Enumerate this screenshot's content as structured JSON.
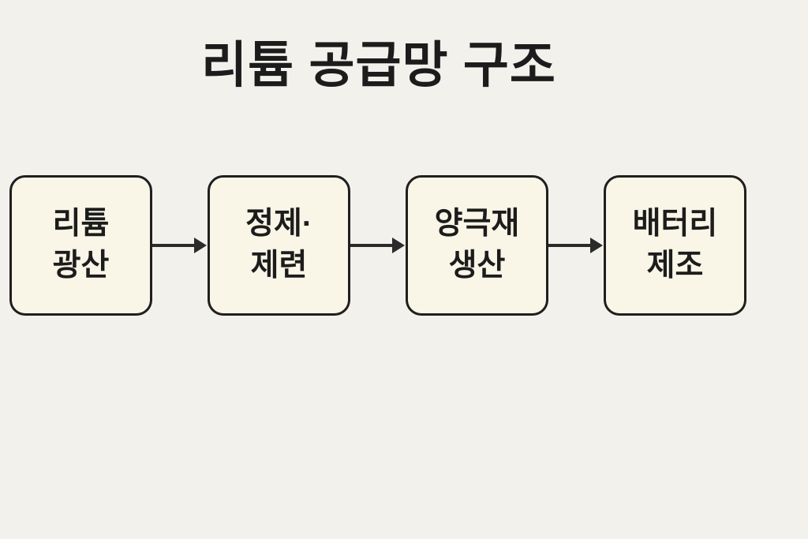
{
  "title": "리튬 공급망 구조",
  "diagram": {
    "type": "flow",
    "direction": "left-to-right",
    "connector": "arrow-right",
    "steps": [
      {
        "id": "lithium-mine",
        "line1": "리튬",
        "line2": "광산"
      },
      {
        "id": "refining-smelting",
        "line1": "정제·",
        "line2": "제련"
      },
      {
        "id": "cathode-production",
        "line1": "양극재",
        "line2": "생산"
      },
      {
        "id": "battery-manufacturing",
        "line1": "배터리",
        "line2": "제조"
      }
    ]
  },
  "colors": {
    "background": "#f3f1ec",
    "box-fill": "#f9f5e7",
    "box-border": "#1f1f1f",
    "arrow": "#2b2b2b",
    "text": "#1c1c1c"
  }
}
